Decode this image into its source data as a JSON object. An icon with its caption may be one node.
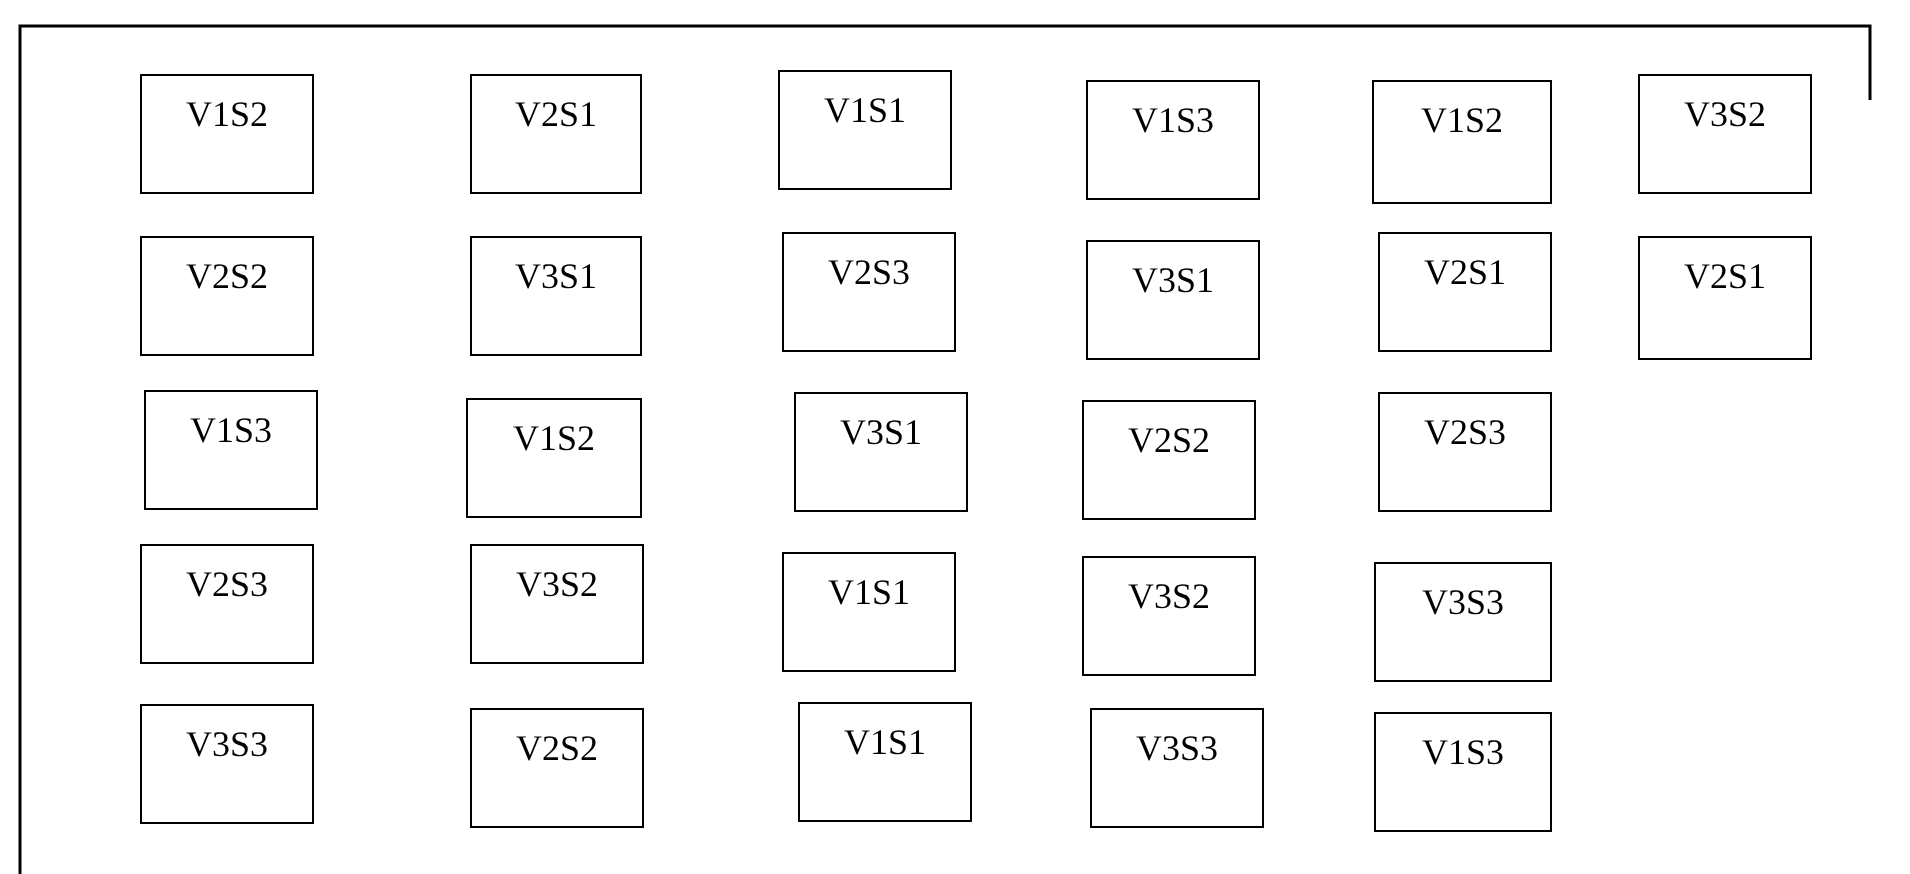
{
  "diagram": {
    "nodes": [
      {
        "text": [
          "V1S2"
        ]
      },
      {
        "text": [
          "V2S1"
        ]
      },
      {
        "text": [
          "V1S1"
        ]
      },
      {
        "text": [
          "V1S3"
        ]
      },
      {
        "text": [
          "V1S2"
        ]
      },
      {
        "text": [
          "V3S2"
        ]
      },
      {
        "text": [
          "V2S2"
        ]
      },
      {
        "text": [
          "V3S1"
        ]
      },
      {
        "text": [
          "V2S3"
        ]
      },
      {
        "text": [
          "V3S1"
        ]
      },
      {
        "text": [
          "V2S1"
        ]
      },
      {
        "text": [
          "V2S1"
        ]
      },
      {
        "text": [
          "V1S3"
        ]
      },
      {
        "text": [
          "V1S2"
        ]
      },
      {
        "text": [
          "V3S1"
        ]
      },
      {
        "text": [
          "V2S2"
        ]
      },
      {
        "text": [
          "V2S3"
        ]
      },
      {
        "text": [
          "V2S3"
        ]
      },
      {
        "text": [
          "V3S2"
        ]
      },
      {
        "text": [
          "V1S1"
        ]
      },
      {
        "text": [
          "V3S2"
        ]
      },
      {
        "text": [
          "V3S3"
        ]
      },
      {
        "text": [
          "V3S3"
        ]
      },
      {
        "text": [
          "V2S2"
        ]
      },
      {
        "text": [
          "V1S1"
        ]
      },
      {
        "text": [
          "V3S3"
        ]
      },
      {
        "text": [
          "V1S3"
        ]
      }
    ],
    "edges": []
  }
}
